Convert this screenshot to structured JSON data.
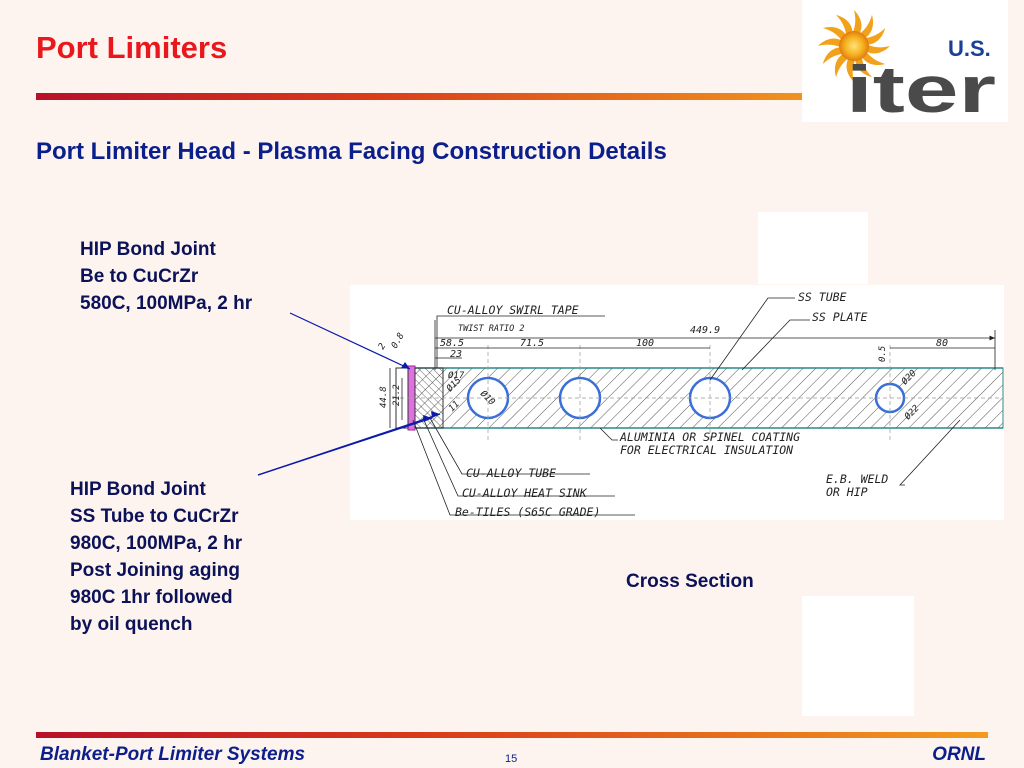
{
  "slide": {
    "title": "Port Limiters",
    "subtitle": "Port Limiter Head - Plasma Facing Construction Details",
    "page_number": "15"
  },
  "logo": {
    "wordmark": "iter",
    "superscript": "U.S."
  },
  "notes": {
    "hip_bond_1": [
      "HIP Bond Joint",
      "Be to CuCrZr",
      "580C, 100MPa, 2 hr"
    ],
    "hip_bond_2": [
      "HIP Bond Joint",
      "SS Tube to CuCrZr",
      "980C, 100MPa, 2 hr",
      "Post Joining aging",
      "980C 1hr followed",
      "by oil quench"
    ]
  },
  "caption": "Cross Section",
  "drawing": {
    "labels": {
      "swirl_tape": "CU-ALLOY SWIRL TAPE",
      "twist_ratio": "TWIST RATIO 2",
      "ss_tube": "SS TUBE",
      "ss_plate": "SS PLATE",
      "coating_1": "ALUMINIA OR SPINEL COATING",
      "coating_2": "FOR ELECTRICAL INSULATION",
      "cu_tube": "CU-ALLOY TUBE",
      "heat_sink": "CU-ALLOY HEAT SINK",
      "be_tiles": "Be-TILES (S65C GRADE)",
      "weld_1": "E.B. WELD",
      "weld_2": "OR HIP"
    },
    "dims": {
      "d_449_9": "449.9",
      "d_58_5": "58.5",
      "d_71_5": "71.5",
      "d_100": "100",
      "d_80": "80",
      "d_23": "23",
      "d_0_5": "0.5",
      "d_44_8": "44.8",
      "d_21_2": "21.2",
      "d_2": "2",
      "d_0_8": "0.8",
      "dia_17": "Ø17",
      "dia_15": "Ø15",
      "dia_10": "Ø10",
      "dia_11": "11",
      "dia_20": "Ø20",
      "dia_22": "Ø22"
    }
  },
  "footer": {
    "left": "Blanket-Port Limiter Systems",
    "right": "ORNL"
  },
  "colors": {
    "title": "#e8181c",
    "subtitle": "#0b1f8c",
    "note": "#0b1258",
    "pipe": "#3a6fd8",
    "be_layer": "#d040d0",
    "coating": "#2a8a8a"
  }
}
